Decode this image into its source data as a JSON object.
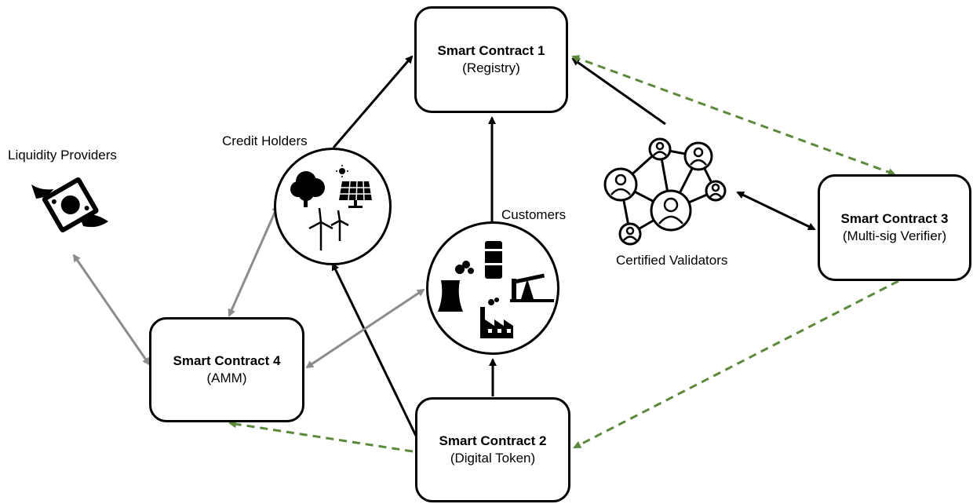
{
  "contracts": {
    "registry": {
      "title": "Smart Contract 1",
      "sub": "(Registry)"
    },
    "token": {
      "title": "Smart Contract 2",
      "sub": "(Digital Token)"
    },
    "verifier": {
      "title": "Smart Contract 3",
      "sub": "(Multi-sig Verifier)"
    },
    "amm": {
      "title": "Smart Contract 4",
      "sub": "(AMM)"
    }
  },
  "labels": {
    "liquidity": "Liquidity Providers",
    "credit_holders": "Credit Holders",
    "customers": "Customers",
    "validators": "Certified Validators"
  },
  "colors": {
    "solid": "#000000",
    "gray": "#8c8c8c",
    "dashed_green": "#5a8a3a"
  }
}
